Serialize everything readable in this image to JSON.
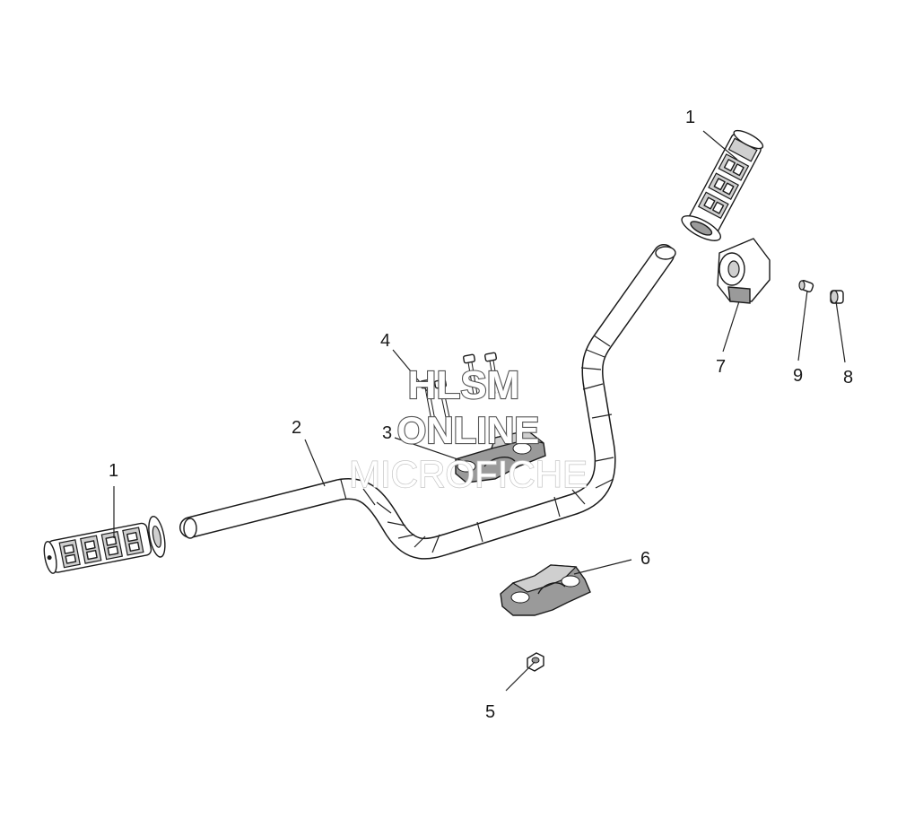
{
  "callouts": {
    "grip_right": "1",
    "grip_left": "1",
    "handlebar": "2",
    "upper_clamp": "3",
    "bolts": "4",
    "nut": "5",
    "lower_clamp": "6",
    "end_housing": "7",
    "end_plug": "8",
    "end_bolt": "9"
  },
  "watermark": {
    "line1": "HLSM",
    "line2": "ONLINE",
    "line3": "MICROFICHE"
  }
}
